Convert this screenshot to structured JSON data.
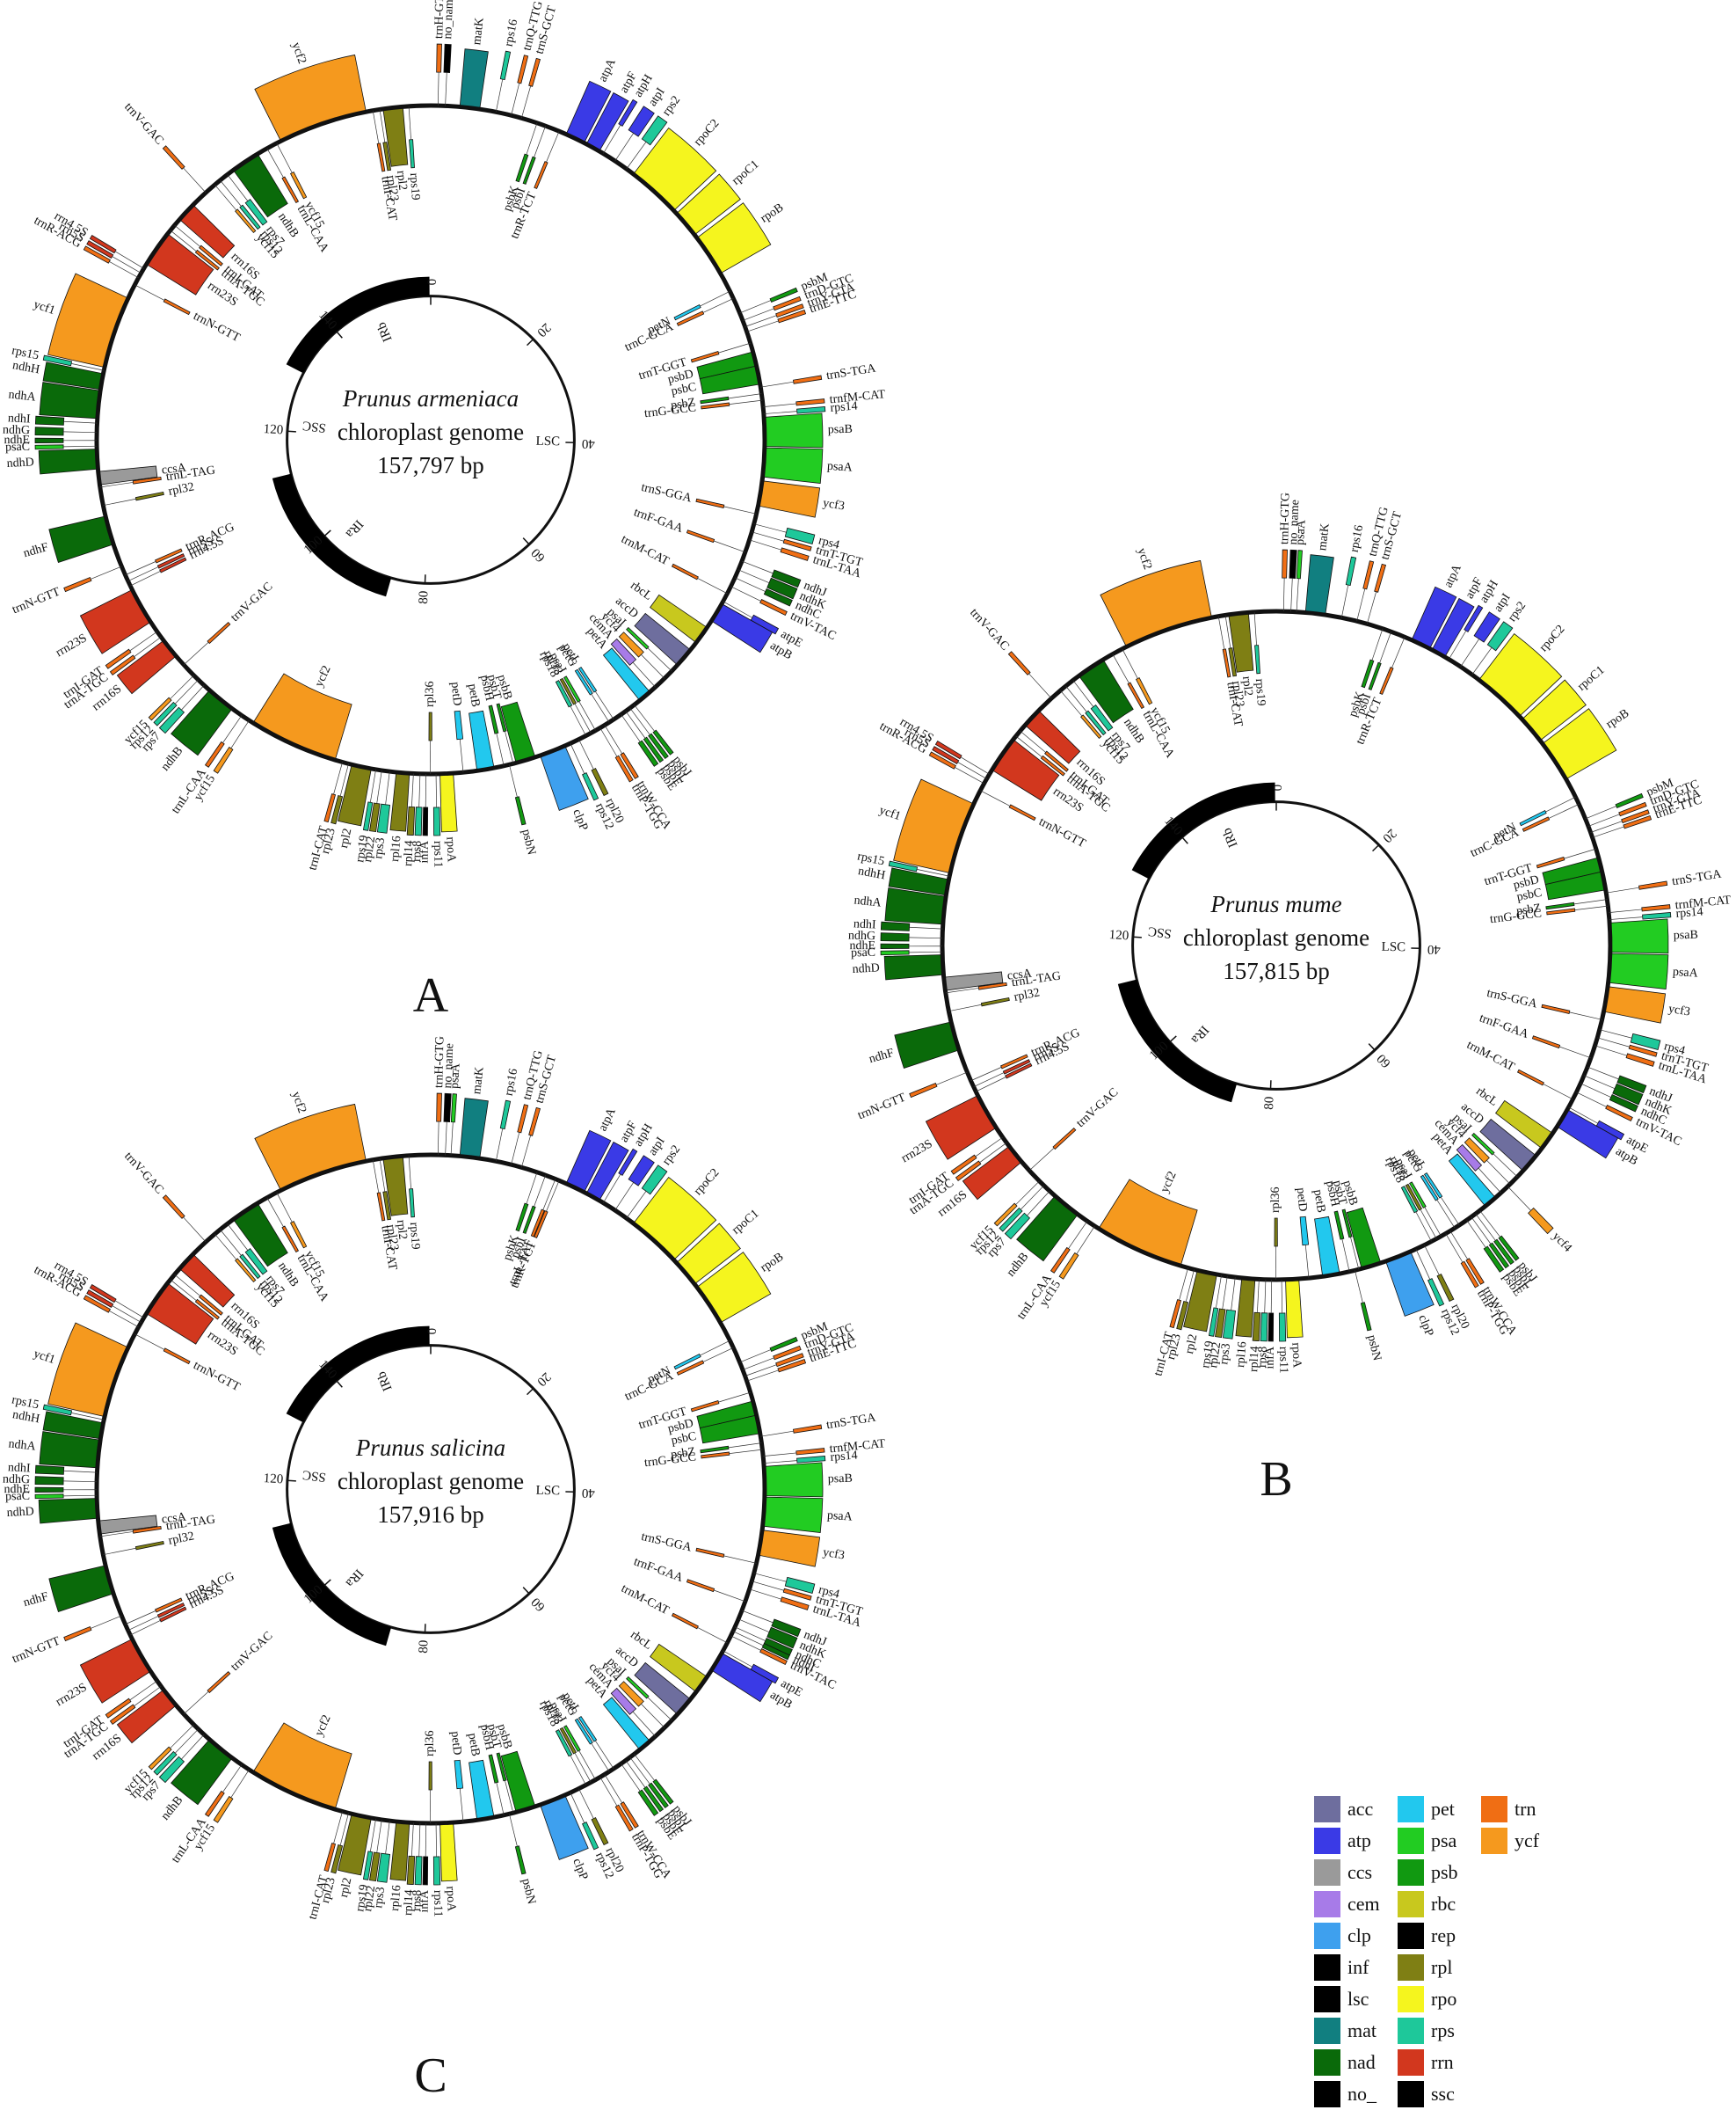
{
  "legend": [
    {
      "key": "acc",
      "color": "#6e6e9e"
    },
    {
      "key": "atp",
      "color": "#3a3ae6"
    },
    {
      "key": "ccs",
      "color": "#9a9a9a"
    },
    {
      "key": "cem",
      "color": "#a77be8"
    },
    {
      "key": "clp",
      "color": "#3ea0ee"
    },
    {
      "key": "inf",
      "color": "#000000"
    },
    {
      "key": "lsc",
      "color": "#000000"
    },
    {
      "key": "mat",
      "color": "#117f80"
    },
    {
      "key": "nad",
      "color": "#0a6a0a"
    },
    {
      "key": "no_",
      "color": "#000000"
    },
    {
      "key": "pet",
      "color": "#22c8ee"
    },
    {
      "key": "psa",
      "color": "#22cc22"
    },
    {
      "key": "psb",
      "color": "#119911"
    },
    {
      "key": "rbc",
      "color": "#c8c81e"
    },
    {
      "key": "rep",
      "color": "#000000"
    },
    {
      "key": "rpl",
      "color": "#7f7f14"
    },
    {
      "key": "rpo",
      "color": "#f5f51e"
    },
    {
      "key": "rps",
      "color": "#1ec89a"
    },
    {
      "key": "rrn",
      "color": "#d2371e"
    },
    {
      "key": "ssc",
      "color": "#000000"
    },
    {
      "key": "trn",
      "color": "#f06e14"
    },
    {
      "key": "ycf",
      "color": "#f5991e"
    }
  ],
  "panels": [
    {
      "letter": "A",
      "species": "Prunus armeniaca",
      "subtitle": "chloroplast genome",
      "size": "157,797 bp"
    },
    {
      "letter": "B",
      "species": "Prunus mume",
      "subtitle": "chloroplast genome",
      "size": "157,815 bp"
    },
    {
      "letter": "C",
      "species": "Prunus salicina",
      "subtitle": "chloroplast genome",
      "size": "157,916 bp"
    }
  ],
  "ticks": [
    "0",
    "20",
    "40",
    "60",
    "80",
    "100",
    "120",
    "140"
  ],
  "regions": {
    "lsc": "LSC",
    "irb": "IRb",
    "ssc": "SSC",
    "ira": "IRa"
  },
  "genes_a": [
    {
      "n": "trnH-GTG",
      "p": 0.4,
      "l": 0.3,
      "c": "trn",
      "s": "o"
    },
    {
      "n": "no_name",
      "p": 0.9,
      "l": 0.4,
      "c": "no_",
      "s": "o"
    },
    {
      "n": "matK",
      "p": 2.2,
      "l": 1.5,
      "c": "mat",
      "s": "o"
    },
    {
      "n": "rps16",
      "p": 4.8,
      "l": 0.3,
      "c": "rps",
      "s": "o"
    },
    {
      "n": "trnQ-TTG",
      "p": 6.0,
      "l": 0.2,
      "c": "trn",
      "s": "o"
    },
    {
      "n": "trnS-GCT",
      "p": 6.8,
      "l": 0.2,
      "c": "trn",
      "s": "o"
    },
    {
      "n": "psbK",
      "p": 8.0,
      "l": 0.3,
      "c": "psb",
      "s": "i"
    },
    {
      "n": "psbI",
      "p": 8.7,
      "l": 0.2,
      "c": "psb",
      "s": "i"
    },
    {
      "n": "trnR-TCT",
      "p": 9.8,
      "l": 0.2,
      "c": "trn",
      "s": "i"
    },
    {
      "n": "atpA",
      "p": 10.5,
      "l": 1.5,
      "c": "atp",
      "s": "o"
    },
    {
      "n": "atpF",
      "p": 12.2,
      "l": 1.1,
      "c": "atp",
      "s": "o"
    },
    {
      "n": "atpH",
      "p": 13.5,
      "l": 0.3,
      "c": "atp",
      "s": "o"
    },
    {
      "n": "atpI",
      "p": 14.3,
      "l": 0.8,
      "c": "atp",
      "s": "o"
    },
    {
      "n": "rps2",
      "p": 15.4,
      "l": 0.7,
      "c": "rps",
      "s": "o"
    },
    {
      "n": "rpoC2",
      "p": 16.4,
      "l": 4.1,
      "c": "rpo",
      "s": "o"
    },
    {
      "n": "rpoC1",
      "p": 20.8,
      "l": 2.1,
      "c": "rpo",
      "s": "o"
    },
    {
      "n": "rpoB",
      "p": 23.2,
      "l": 3.2,
      "c": "rpo",
      "s": "o"
    },
    {
      "n": "petN",
      "p": 27.8,
      "l": 0.2,
      "c": "pet",
      "s": "i"
    },
    {
      "n": "trnC-GCA",
      "p": 28.4,
      "l": 0.2,
      "c": "trn",
      "s": "i"
    },
    {
      "n": "psbM",
      "p": 29.6,
      "l": 0.2,
      "c": "psb",
      "s": "o"
    },
    {
      "n": "trnD-GTC",
      "p": 30.2,
      "l": 0.2,
      "c": "trn",
      "s": "o"
    },
    {
      "n": "trnY-GTA",
      "p": 30.7,
      "l": 0.2,
      "c": "trn",
      "s": "o"
    },
    {
      "n": "trnE-TTC",
      "p": 31.1,
      "l": 0.2,
      "c": "trn",
      "s": "o"
    },
    {
      "n": "trnT-GGT",
      "p": 32.0,
      "l": 0.2,
      "c": "trn",
      "s": "i"
    },
    {
      "n": "psbD",
      "p": 32.8,
      "l": 1.1,
      "c": "psb",
      "s": "i"
    },
    {
      "n": "psbC",
      "p": 33.9,
      "l": 1.4,
      "c": "psb",
      "s": "i"
    },
    {
      "n": "trnS-TGA",
      "p": 35.4,
      "l": 0.2,
      "c": "trn",
      "s": "o"
    },
    {
      "n": "psbZ",
      "p": 35.9,
      "l": 0.2,
      "c": "psb",
      "s": "i"
    },
    {
      "n": "trnG-GCC",
      "p": 36.4,
      "l": 0.2,
      "c": "trn",
      "s": "i"
    },
    {
      "n": "trnfM-CAT",
      "p": 36.9,
      "l": 0.2,
      "c": "trn",
      "s": "o"
    },
    {
      "n": "rps14",
      "p": 37.4,
      "l": 0.3,
      "c": "rps",
      "s": "o"
    },
    {
      "n": "psaB",
      "p": 37.8,
      "l": 2.2,
      "c": "psa",
      "s": "o"
    },
    {
      "n": "psaA",
      "p": 40.1,
      "l": 2.2,
      "c": "psa",
      "s": "o"
    },
    {
      "n": "ycf3",
      "p": 42.6,
      "l": 1.9,
      "c": "ycf",
      "s": "o"
    },
    {
      "n": "trnS-GGA",
      "p": 45.0,
      "l": 0.2,
      "c": "trn",
      "s": "i"
    },
    {
      "n": "rps4",
      "p": 45.6,
      "l": 0.6,
      "c": "rps",
      "s": "o"
    },
    {
      "n": "trnT-TGT",
      "p": 46.4,
      "l": 0.2,
      "c": "trn",
      "s": "o"
    },
    {
      "n": "trnL-TAA",
      "p": 47.0,
      "l": 0.3,
      "c": "trn",
      "s": "o"
    },
    {
      "n": "trnF-GAA",
      "p": 48.0,
      "l": 0.2,
      "c": "trn",
      "s": "i"
    },
    {
      "n": "ndhJ",
      "p": 48.6,
      "l": 0.5,
      "c": "nad",
      "s": "o"
    },
    {
      "n": "ndhK",
      "p": 49.2,
      "l": 0.7,
      "c": "nad",
      "s": "o"
    },
    {
      "n": "ndhC",
      "p": 50.0,
      "l": 0.4,
      "c": "nad",
      "s": "o"
    },
    {
      "n": "trnV-TAC",
      "p": 50.8,
      "l": 0.2,
      "c": "trn",
      "s": "o"
    },
    {
      "n": "trnM-CAT",
      "p": 51.4,
      "l": 0.2,
      "c": "trn",
      "s": "i"
    },
    {
      "n": "atpE",
      "p": 52.0,
      "l": 0.4,
      "c": "atp",
      "s": "o"
    },
    {
      "n": "atpB",
      "p": 52.4,
      "l": 1.5,
      "c": "atp",
      "s": "o"
    },
    {
      "n": "rbcL",
      "p": 54.5,
      "l": 1.4,
      "c": "rbc",
      "s": "i"
    },
    {
      "n": "accD",
      "p": 56.6,
      "l": 1.5,
      "c": "acc",
      "s": "i"
    },
    {
      "n": "psaI",
      "p": 58.6,
      "l": 0.2,
      "c": "psa",
      "s": "i"
    },
    {
      "n": "ycf4",
      "p": 59.2,
      "l": 0.6,
      "c": "ycf",
      "s": "i"
    },
    {
      "n": "cemA",
      "p": 60.1,
      "l": 0.7,
      "c": "cem",
      "s": "i"
    },
    {
      "n": "petA",
      "p": 61.0,
      "l": 1.0,
      "c": "pet",
      "s": "i"
    },
    {
      "n": "psbJ",
      "p": 62.4,
      "l": 0.2,
      "c": "psb",
      "s": "o"
    },
    {
      "n": "psbL",
      "p": 62.8,
      "l": 0.2,
      "c": "psb",
      "s": "o"
    },
    {
      "n": "psbF",
      "p": 63.2,
      "l": 0.2,
      "c": "psb",
      "s": "o"
    },
    {
      "n": "psbE",
      "p": 63.6,
      "l": 0.3,
      "c": "psb",
      "s": "o"
    },
    {
      "n": "petL",
      "p": 64.3,
      "l": 0.2,
      "c": "pet",
      "s": "i"
    },
    {
      "n": "petG",
      "p": 64.7,
      "l": 0.2,
      "c": "pet",
      "s": "i"
    },
    {
      "n": "trnW-CCA",
      "p": 65.1,
      "l": 0.2,
      "c": "trn",
      "s": "o"
    },
    {
      "n": "trnP-TGG",
      "p": 65.5,
      "l": 0.2,
      "c": "trn",
      "s": "o"
    },
    {
      "n": "psaJ",
      "p": 65.9,
      "l": 0.2,
      "c": "psa",
      "s": "i"
    },
    {
      "n": "rpl33",
      "p": 66.3,
      "l": 0.2,
      "c": "rpl",
      "s": "i"
    },
    {
      "n": "rps18",
      "p": 66.7,
      "l": 0.3,
      "c": "rps",
      "s": "i"
    },
    {
      "n": "rpl20",
      "p": 67.3,
      "l": 0.3,
      "c": "rpl",
      "s": "o"
    },
    {
      "n": "rps12",
      "p": 68.0,
      "l": 0.3,
      "c": "rps",
      "s": "o"
    },
    {
      "n": "clpP",
      "p": 68.6,
      "l": 2.0,
      "c": "clp",
      "s": "o"
    },
    {
      "n": "psbB",
      "p": 71.0,
      "l": 1.5,
      "c": "psb",
      "s": "i"
    },
    {
      "n": "psbT",
      "p": 72.6,
      "l": 0.2,
      "c": "psb",
      "s": "i"
    },
    {
      "n": "psbN",
      "p": 72.9,
      "l": 0.2,
      "c": "psb",
      "s": "o"
    },
    {
      "n": "psbH",
      "p": 73.3,
      "l": 0.3,
      "c": "psb",
      "s": "i"
    },
    {
      "n": "petB",
      "p": 74.2,
      "l": 1.3,
      "c": "pet",
      "s": "i"
    },
    {
      "n": "petD",
      "p": 76.3,
      "l": 0.5,
      "c": "pet",
      "s": "i"
    },
    {
      "n": "rpoA",
      "p": 77.3,
      "l": 1.0,
      "c": "rpo",
      "s": "o"
    },
    {
      "n": "rps11",
      "p": 78.4,
      "l": 0.4,
      "c": "rps",
      "s": "o"
    },
    {
      "n": "rpl36",
      "p": 78.9,
      "l": 0.2,
      "c": "rpl",
      "s": "i"
    },
    {
      "n": "infA",
      "p": 79.2,
      "l": 0.3,
      "c": "inf",
      "s": "o"
    },
    {
      "n": "rps8",
      "p": 79.6,
      "l": 0.4,
      "c": "rps",
      "s": "o"
    },
    {
      "n": "rpl14",
      "p": 80.1,
      "l": 0.4,
      "c": "rpl",
      "s": "o"
    },
    {
      "n": "rpl16",
      "p": 80.6,
      "l": 1.0,
      "c": "rpl",
      "s": "o"
    },
    {
      "n": "rps3",
      "p": 81.8,
      "l": 0.6,
      "c": "rps",
      "s": "o"
    },
    {
      "n": "rpl22",
      "p": 82.5,
      "l": 0.4,
      "c": "rpl",
      "s": "o"
    },
    {
      "n": "rps19",
      "p": 83.0,
      "l": 0.3,
      "c": "rps",
      "s": "o"
    },
    {
      "n": "rpl2",
      "p": 83.5,
      "l": 1.5,
      "c": "rpl",
      "s": "o"
    },
    {
      "n": "rpl23",
      "p": 85.1,
      "l": 0.3,
      "c": "rpl",
      "s": "o"
    },
    {
      "n": "trnI-CAT",
      "p": 85.6,
      "l": 0.2,
      "c": "trn",
      "s": "o"
    },
    {
      "n": "ycf2",
      "p": 86.3,
      "l": 6.8,
      "c": "ycf",
      "s": "i"
    },
    {
      "n": "ycf15",
      "p": 93.3,
      "l": 0.3,
      "c": "ycf",
      "s": "o"
    },
    {
      "n": "trnL-CAA",
      "p": 94.0,
      "l": 0.2,
      "c": "trn",
      "s": "o"
    },
    {
      "n": "ndhB",
      "p": 95.0,
      "l": 2.2,
      "c": "nad",
      "s": "o"
    },
    {
      "n": "rps7",
      "p": 97.5,
      "l": 0.5,
      "c": "rps",
      "s": "o"
    },
    {
      "n": "rps12",
      "p": 98.2,
      "l": 0.3,
      "c": "rps",
      "s": "o"
    },
    {
      "n": "ycf15",
      "p": 98.7,
      "l": 0.2,
      "c": "ycf",
      "s": "o"
    },
    {
      "n": "trnV-GAC",
      "p": 99.8,
      "l": 0.2,
      "c": "trn",
      "s": "i"
    },
    {
      "n": "rrn16S",
      "p": 100.8,
      "l": 1.5,
      "c": "rrn",
      "s": "o"
    },
    {
      "n": "rrn23S",
      "p": 104.0,
      "l": 2.8,
      "c": "rrn",
      "s": "o"
    },
    {
      "n": "trnA-TGC",
      "p": 102.5,
      "l": 0.2,
      "c": "trn",
      "s": "o"
    },
    {
      "n": "trnI-GAT",
      "p": 103.0,
      "l": 0.2,
      "c": "trn",
      "s": "o"
    },
    {
      "n": "rrn4.5S",
      "p": 107.0,
      "l": 0.2,
      "c": "rrn",
      "s": "i"
    },
    {
      "n": "rrn5S",
      "p": 107.4,
      "l": 0.2,
      "c": "rrn",
      "s": "i"
    },
    {
      "n": "trnR-ACG",
      "p": 107.9,
      "l": 0.2,
      "c": "trn",
      "s": "i"
    },
    {
      "n": "trnN-GTT",
      "p": 108.6,
      "l": 0.2,
      "c": "trn",
      "s": "o"
    },
    {
      "n": "ndhF",
      "p": 110.5,
      "l": 2.2,
      "c": "nad",
      "s": "o"
    },
    {
      "n": "rpl32",
      "p": 113.4,
      "l": 0.2,
      "c": "rpl",
      "s": "i"
    },
    {
      "n": "trnL-TAG",
      "p": 114.8,
      "l": 0.2,
      "c": "trn",
      "s": "i"
    },
    {
      "n": "ccsA",
      "p": 115.1,
      "l": 1.0,
      "c": "ccs",
      "s": "i"
    },
    {
      "n": "ndhD",
      "p": 116.3,
      "l": 1.5,
      "c": "nad",
      "s": "o"
    },
    {
      "n": "psaC",
      "p": 117.9,
      "l": 0.2,
      "c": "psa",
      "s": "o"
    },
    {
      "n": "ndhE",
      "p": 118.3,
      "l": 0.3,
      "c": "nad",
      "s": "o"
    },
    {
      "n": "ndhG",
      "p": 118.8,
      "l": 0.5,
      "c": "nad",
      "s": "o"
    },
    {
      "n": "ndhI",
      "p": 119.5,
      "l": 0.5,
      "c": "nad",
      "s": "o"
    },
    {
      "n": "ndhA",
      "p": 120.1,
      "l": 2.1,
      "c": "nad",
      "s": "o"
    },
    {
      "n": "ndhH",
      "p": 122.3,
      "l": 1.2,
      "c": "nad",
      "s": "o"
    },
    {
      "n": "rps15",
      "p": 123.6,
      "l": 0.3,
      "c": "rps",
      "s": "o"
    },
    {
      "n": "ycf1",
      "p": 124.0,
      "l": 5.5,
      "c": "ycf",
      "s": "o"
    },
    {
      "n": "trnN-GTT",
      "p": 130.5,
      "l": 0.2,
      "c": "trn",
      "s": "i"
    },
    {
      "n": "trnR-ACG",
      "p": 131.1,
      "l": 0.2,
      "c": "trn",
      "s": "o"
    },
    {
      "n": "rrn5S",
      "p": 131.5,
      "l": 0.2,
      "c": "rrn",
      "s": "o"
    },
    {
      "n": "rrn4.5S",
      "p": 131.9,
      "l": 0.2,
      "c": "rrn",
      "s": "o"
    },
    {
      "n": "rrn23S",
      "p": 132.4,
      "l": 2.8,
      "c": "rrn",
      "s": "i"
    },
    {
      "n": "trnA-TGC",
      "p": 135.4,
      "l": 0.2,
      "c": "trn",
      "s": "i"
    },
    {
      "n": "trnI-GAT",
      "p": 135.9,
      "l": 0.2,
      "c": "trn",
      "s": "i"
    },
    {
      "n": "rrn16S",
      "p": 136.6,
      "l": 1.5,
      "c": "rrn",
      "s": "i"
    },
    {
      "n": "trnV-GAC",
      "p": 139.3,
      "l": 0.2,
      "c": "trn",
      "s": "o"
    },
    {
      "n": "ycf15",
      "p": 140.2,
      "l": 0.2,
      "c": "ycf",
      "s": "i"
    },
    {
      "n": "rps12",
      "p": 140.7,
      "l": 0.3,
      "c": "rps",
      "s": "i"
    },
    {
      "n": "rps7",
      "p": 141.3,
      "l": 0.5,
      "c": "rps",
      "s": "i"
    },
    {
      "n": "ndhB",
      "p": 142.1,
      "l": 2.2,
      "c": "nad",
      "s": "i"
    },
    {
      "n": "trnL-CAA",
      "p": 145.0,
      "l": 0.2,
      "c": "trn",
      "s": "i"
    },
    {
      "n": "ycf15",
      "p": 145.8,
      "l": 0.3,
      "c": "ycf",
      "s": "i"
    },
    {
      "n": "ycf2",
      "p": 146.3,
      "l": 6.8,
      "c": "ycf",
      "s": "o"
    },
    {
      "n": "trnI-CAT",
      "p": 153.5,
      "l": 0.2,
      "c": "trn",
      "s": "i"
    },
    {
      "n": "rpl23",
      "p": 154.0,
      "l": 0.3,
      "c": "rpl",
      "s": "i"
    },
    {
      "n": "rpl2",
      "p": 154.4,
      "l": 1.5,
      "c": "rpl",
      "s": "i"
    },
    {
      "n": "rps19",
      "p": 156.2,
      "l": 0.3,
      "c": "rps",
      "s": "i"
    }
  ],
  "genes_c_extra": [
    {
      "n": "trnL-TAT",
      "p": 9.5,
      "l": 0.2,
      "c": "trn",
      "s": "i"
    },
    {
      "n": "psaA",
      "p": 1.4,
      "l": 0.2,
      "c": "psa",
      "s": "o"
    },
    {
      "n": "ndhI",
      "p": 50.4,
      "l": 0.3,
      "c": "nad",
      "s": "o"
    }
  ],
  "genes_b_extra": [
    {
      "n": "ycf4",
      "p": 59.5,
      "l": 0.5,
      "c": "ycf",
      "s": "o"
    },
    {
      "n": "psaA",
      "p": 1.4,
      "l": 0.2,
      "c": "psa",
      "s": "o"
    }
  ],
  "geometry_note": ""
}
